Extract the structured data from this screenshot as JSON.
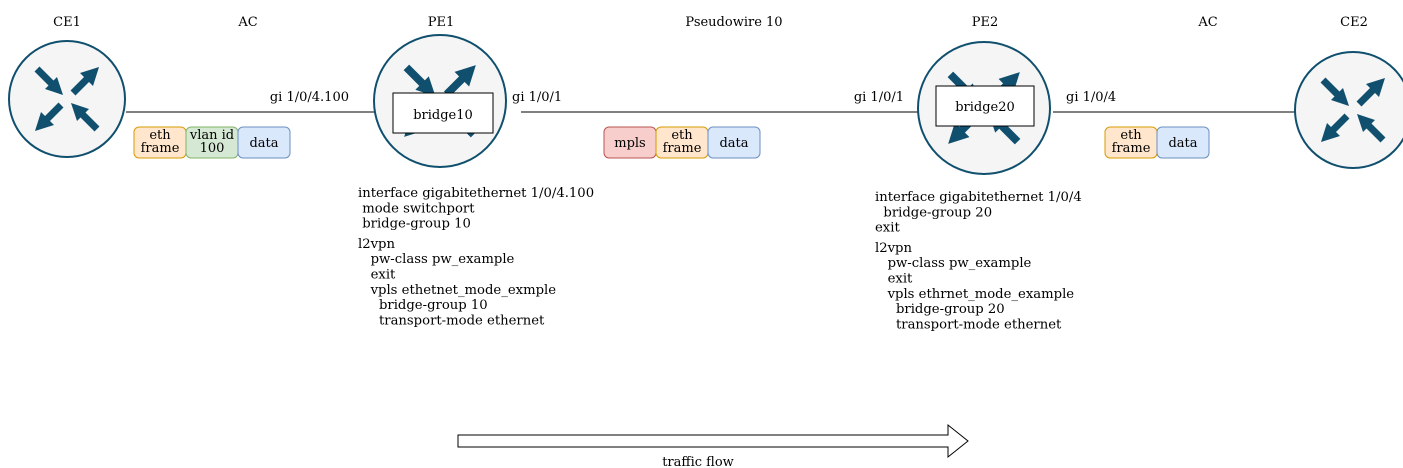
{
  "nodes": {
    "ce1": {
      "label": "CE1"
    },
    "pe1": {
      "label": "PE1",
      "bridge": "bridge10"
    },
    "pe2": {
      "label": "PE2",
      "bridge": "bridge20"
    },
    "ce2": {
      "label": "CE2"
    }
  },
  "links": {
    "ac_left": "AC",
    "pseudowire": "Pseudowire 10",
    "ac_right": "AC"
  },
  "ports": {
    "pe1_ac": "gi 1/0/4.100",
    "pe1_core": "gi 1/0/1",
    "pe2_core": "gi 1/0/1",
    "pe2_ac": "gi 1/0/4"
  },
  "frames": {
    "left": [
      {
        "lines": [
          "eth",
          "frame"
        ],
        "kind": "eth"
      },
      {
        "lines": [
          "vlan id",
          "100"
        ],
        "kind": "vlan"
      },
      {
        "lines": [
          "data"
        ],
        "kind": "data"
      }
    ],
    "middle": [
      {
        "lines": [
          "mpls"
        ],
        "kind": "mpls"
      },
      {
        "lines": [
          "eth",
          "frame"
        ],
        "kind": "eth"
      },
      {
        "lines": [
          "data"
        ],
        "kind": "data"
      }
    ],
    "right": [
      {
        "lines": [
          "eth",
          "frame"
        ],
        "kind": "eth"
      },
      {
        "lines": [
          "data"
        ],
        "kind": "data"
      }
    ]
  },
  "config": {
    "pe1": [
      "interface gigabitethernet 1/0/4.100",
      " mode switchport",
      " bridge-group 10",
      "",
      "l2vpn",
      "   pw-class pw_example",
      "   exit",
      "   vpls ethetnet_mode_exmple",
      "     bridge-group 10",
      "     transport-mode ethernet"
    ],
    "pe2": [
      "interface gigabitethernet 1/0/4",
      "  bridge-group 20",
      "exit",
      "",
      "l2vpn",
      "   pw-class pw_example",
      "   exit",
      "   vpls ethrnet_mode_example",
      "     bridge-group 20",
      "     transport-mode ethernet"
    ]
  },
  "traffic_flow": "traffic flow",
  "colors": {
    "router_stroke": "#10506e",
    "router_fill": "#f5f5f5",
    "eth_fill": "#ffe6cc",
    "eth_stroke": "#d79b00",
    "vlan_fill": "#d5e8d4",
    "vlan_stroke": "#82b366",
    "data_fill": "#dae8fc",
    "data_stroke": "#6c8ebf",
    "mpls_fill": "#f8cecc",
    "mpls_stroke": "#b85450"
  },
  "icons": {
    "router": "router-icon",
    "arrow": "traffic-flow-arrow"
  }
}
